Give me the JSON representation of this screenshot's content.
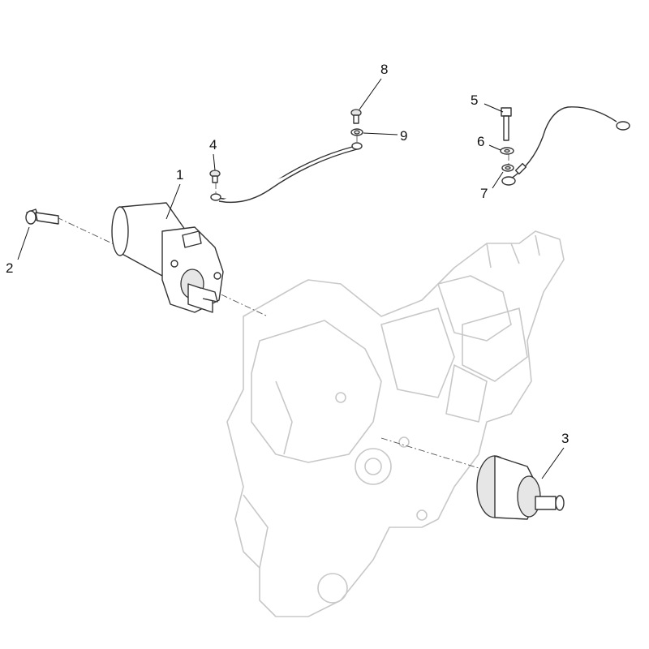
{
  "diagram": {
    "title": "Starter motor exploded view",
    "callouts": [
      {
        "id": "1",
        "part": "starter-motor"
      },
      {
        "id": "2",
        "part": "bolt"
      },
      {
        "id": "3",
        "part": "starter-drive-gear"
      },
      {
        "id": "4",
        "part": "screw"
      },
      {
        "id": "5",
        "part": "bolt"
      },
      {
        "id": "6",
        "part": "washer"
      },
      {
        "id": "7",
        "part": "washer"
      },
      {
        "id": "8",
        "part": "screw"
      },
      {
        "id": "9",
        "part": "washer"
      }
    ]
  }
}
